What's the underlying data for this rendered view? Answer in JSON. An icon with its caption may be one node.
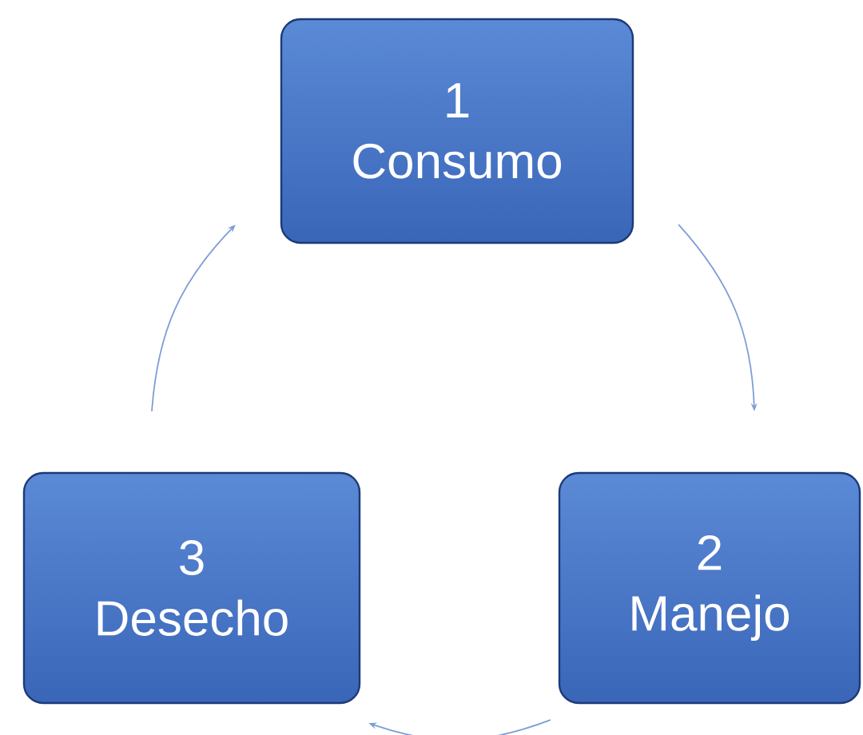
{
  "diagram": {
    "nodes": [
      {
        "text": [
          "1",
          "Consumo"
        ]
      },
      {
        "text": [
          "2",
          "Manejo"
        ]
      },
      {
        "text": [
          "3",
          "Desecho"
        ]
      }
    ],
    "edges": [
      {
        "from": 0,
        "to": 1,
        "arrow": "to"
      },
      {
        "from": 1,
        "to": 2,
        "arrow": "to"
      },
      {
        "from": 2,
        "to": 0,
        "arrow": "to"
      }
    ]
  }
}
